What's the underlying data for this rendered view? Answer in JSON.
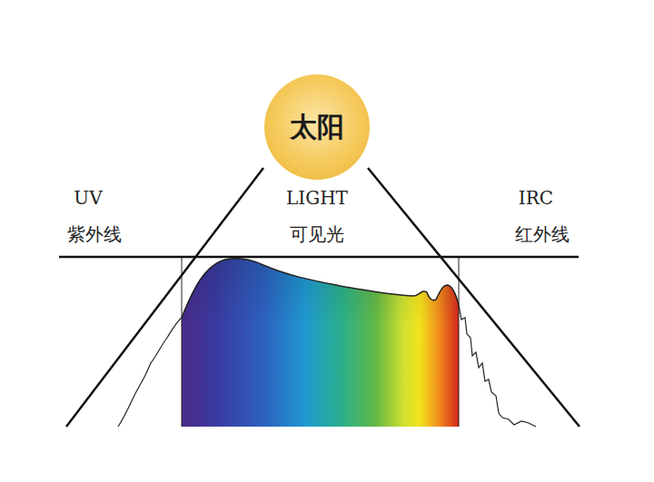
{
  "diagram": {
    "nodes": [
      {
        "text": [
          "太阳"
        ]
      }
    ],
    "labels": [
      "UV",
      "紫外线",
      "LIGHT",
      "可见光",
      "IRC",
      "红外线"
    ]
  }
}
